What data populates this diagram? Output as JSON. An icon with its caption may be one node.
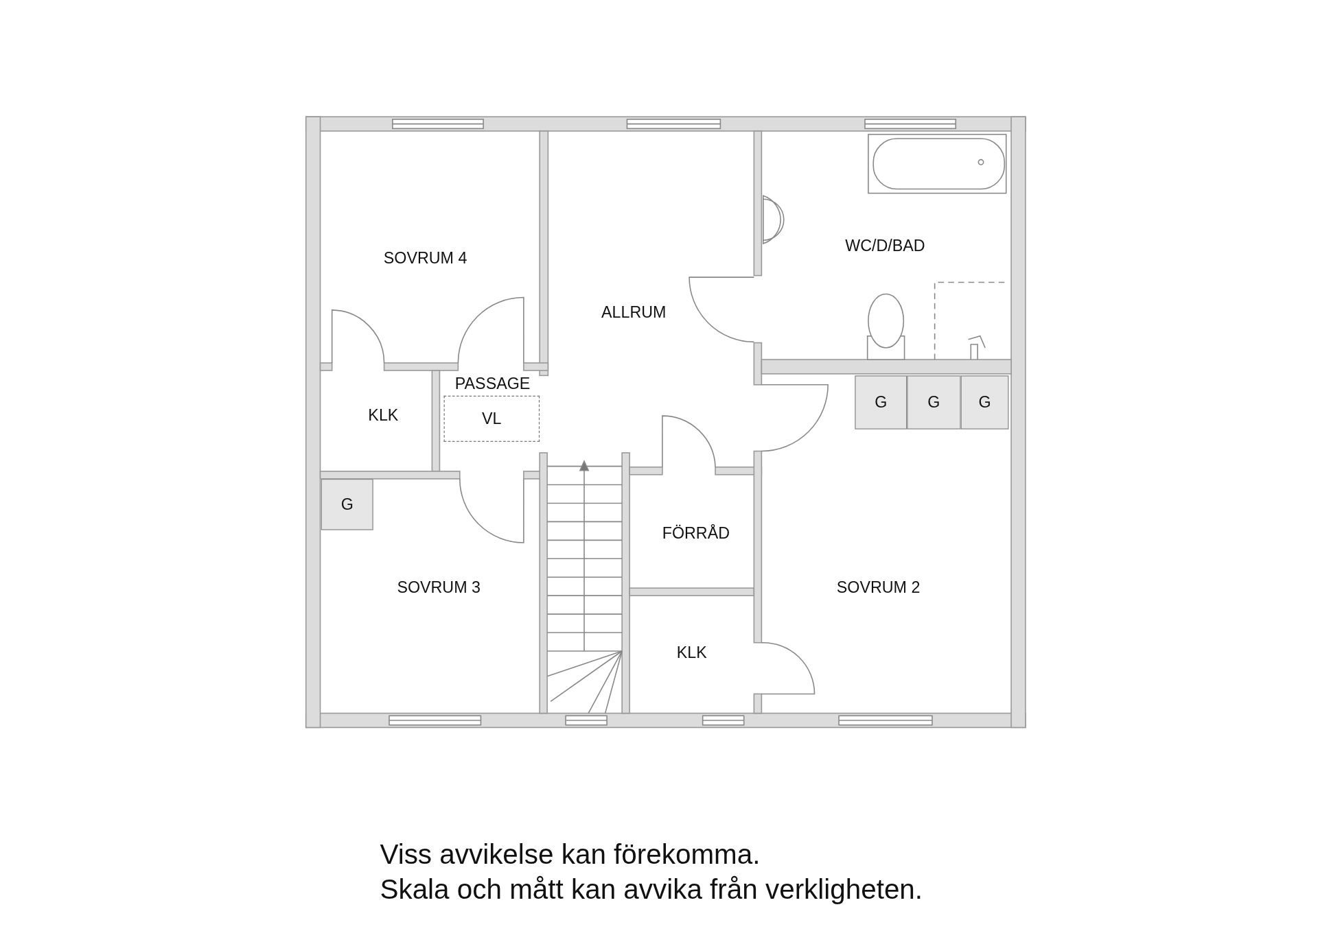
{
  "diagram": {
    "nodes": [
      {
        "text": [
          "SOVRUM 4"
        ]
      },
      {
        "text": [
          "ALLRUM"
        ]
      },
      {
        "text": [
          "WC/D/BAD"
        ]
      },
      {
        "text": [
          "PASSAGE"
        ]
      },
      {
        "text": [
          "VL"
        ]
      },
      {
        "text": [
          "KLK"
        ]
      },
      {
        "text": [
          "G"
        ]
      },
      {
        "text": [
          "G"
        ]
      },
      {
        "text": [
          "G"
        ]
      },
      {
        "text": [
          "G"
        ]
      },
      {
        "text": [
          "FÖRRÅD"
        ]
      },
      {
        "text": [
          "SOVRUM 3"
        ]
      },
      {
        "text": [
          "SOVRUM 2"
        ]
      },
      {
        "text": [
          "KLK"
        ]
      }
    ],
    "labels": [
      "Viss avvikelse kan förekomma.",
      "Skala och mått kan avvika från verkligheten."
    ]
  }
}
